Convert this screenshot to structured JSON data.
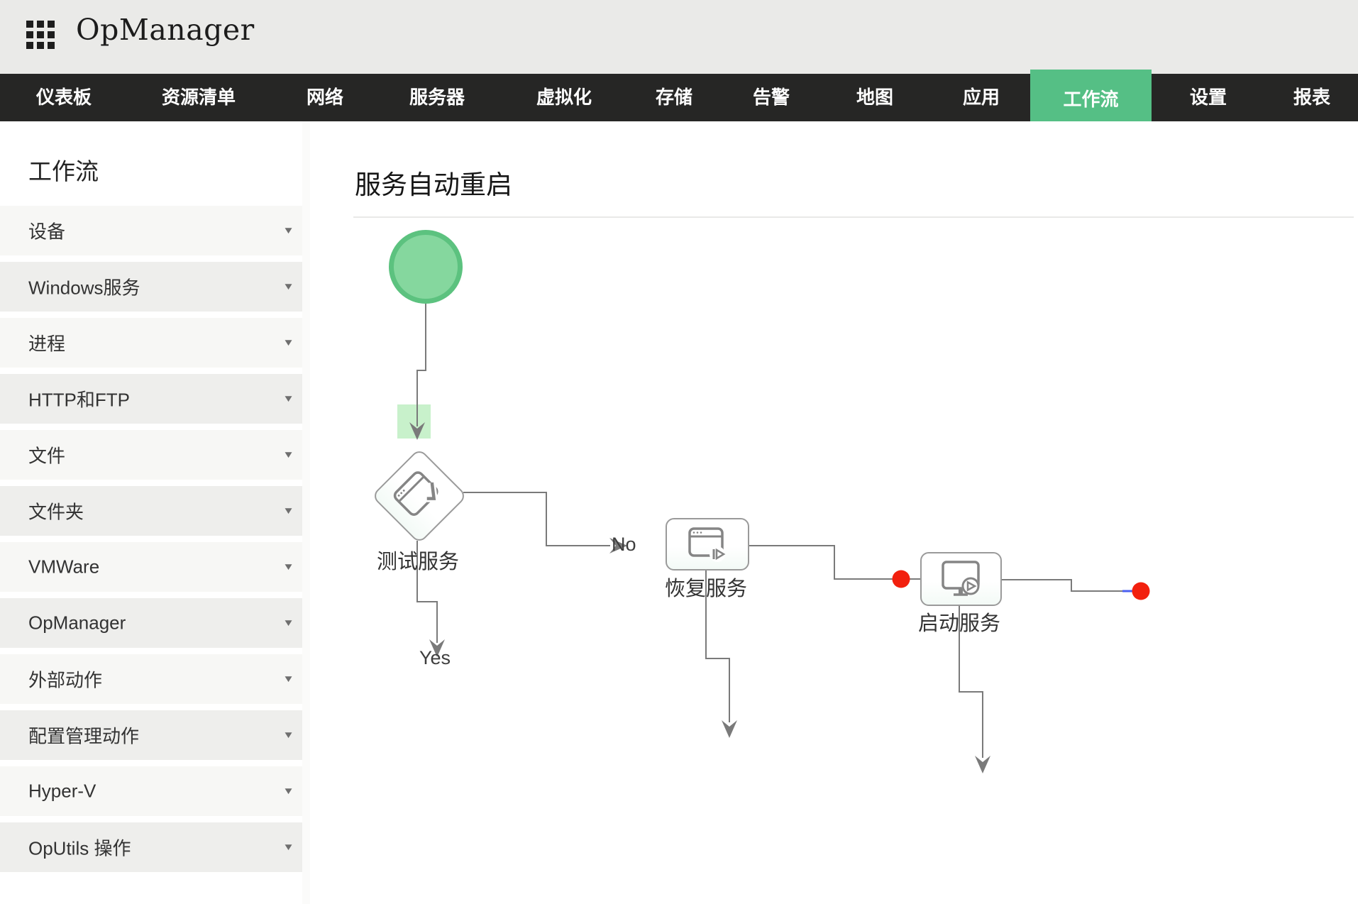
{
  "header": {
    "app_title": "OpManager"
  },
  "nav": {
    "items": [
      {
        "label": "仪表板",
        "active": false
      },
      {
        "label": "资源清单",
        "active": false
      },
      {
        "label": "网络",
        "active": false
      },
      {
        "label": "服务器",
        "active": false
      },
      {
        "label": "虚拟化",
        "active": false
      },
      {
        "label": "存储",
        "active": false
      },
      {
        "label": "告警",
        "active": false
      },
      {
        "label": "地图",
        "active": false
      },
      {
        "label": "应用",
        "active": false
      },
      {
        "label": "工作流",
        "active": true
      },
      {
        "label": "设置",
        "active": false
      },
      {
        "label": "报表",
        "active": false
      }
    ]
  },
  "sidebar": {
    "title": "工作流",
    "caret_icon": "▼",
    "items": [
      {
        "label": "设备"
      },
      {
        "label": "Windows服务"
      },
      {
        "label": "进程"
      },
      {
        "label": "HTTP和FTP"
      },
      {
        "label": "文件"
      },
      {
        "label": "文件夹"
      },
      {
        "label": "VMWare"
      },
      {
        "label": "OpManager"
      },
      {
        "label": "外部动作"
      },
      {
        "label": "配置管理动作"
      },
      {
        "label": "Hyper-V"
      },
      {
        "label": "OpUtils 操作"
      }
    ]
  },
  "canvas": {
    "title": "服务自动重启",
    "edge_labels": {
      "yes": "Yes",
      "no": "No"
    },
    "nodes": {
      "test": {
        "label": "测试服务"
      },
      "recover": {
        "label": "恢复服务"
      },
      "start_service": {
        "label": "启动服务"
      }
    },
    "colors": {
      "accent_green": "#55bf85",
      "start_node_fill": "#85d79e",
      "start_node_border": "#5cc27f",
      "drop_highlight_green": "#c8f1cb",
      "connector_gray": "#7a7a7a",
      "endpoint_red": "#f2200e",
      "selection_blue": "#4a5ff0"
    }
  }
}
